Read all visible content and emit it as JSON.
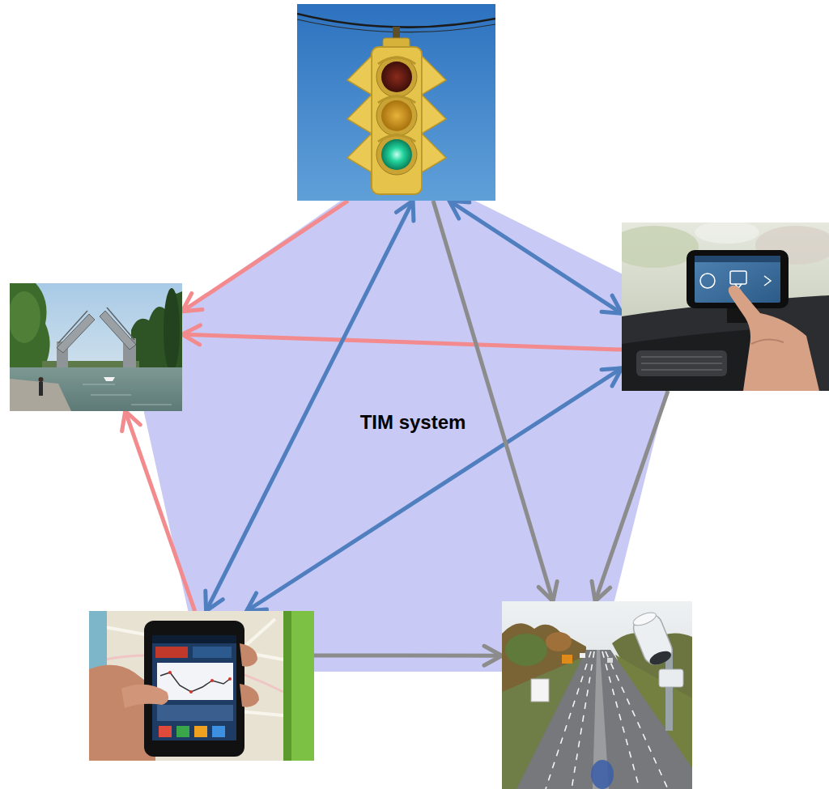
{
  "diagram": {
    "nodes": [
      {
        "text": []
      },
      {
        "text": []
      },
      {
        "text": []
      },
      {
        "text": [
          "TIM system"
        ]
      },
      {
        "text": []
      },
      {
        "text": []
      }
    ],
    "edges": [
      {
        "from": 0,
        "to": 2,
        "arrow": "to"
      },
      {
        "from": 1,
        "to": 2,
        "arrow": "to"
      },
      {
        "from": 4,
        "to": 2,
        "arrow": "to"
      },
      {
        "from": 0,
        "to": 1,
        "arrow": "both"
      },
      {
        "from": 0,
        "to": 4,
        "arrow": "both"
      },
      {
        "from": 1,
        "to": 4,
        "arrow": "both"
      },
      {
        "from": 0,
        "to": 5,
        "arrow": "to"
      },
      {
        "from": 1,
        "to": 5,
        "arrow": "to"
      },
      {
        "from": 4,
        "to": 5,
        "arrow": "to"
      }
    ]
  }
}
